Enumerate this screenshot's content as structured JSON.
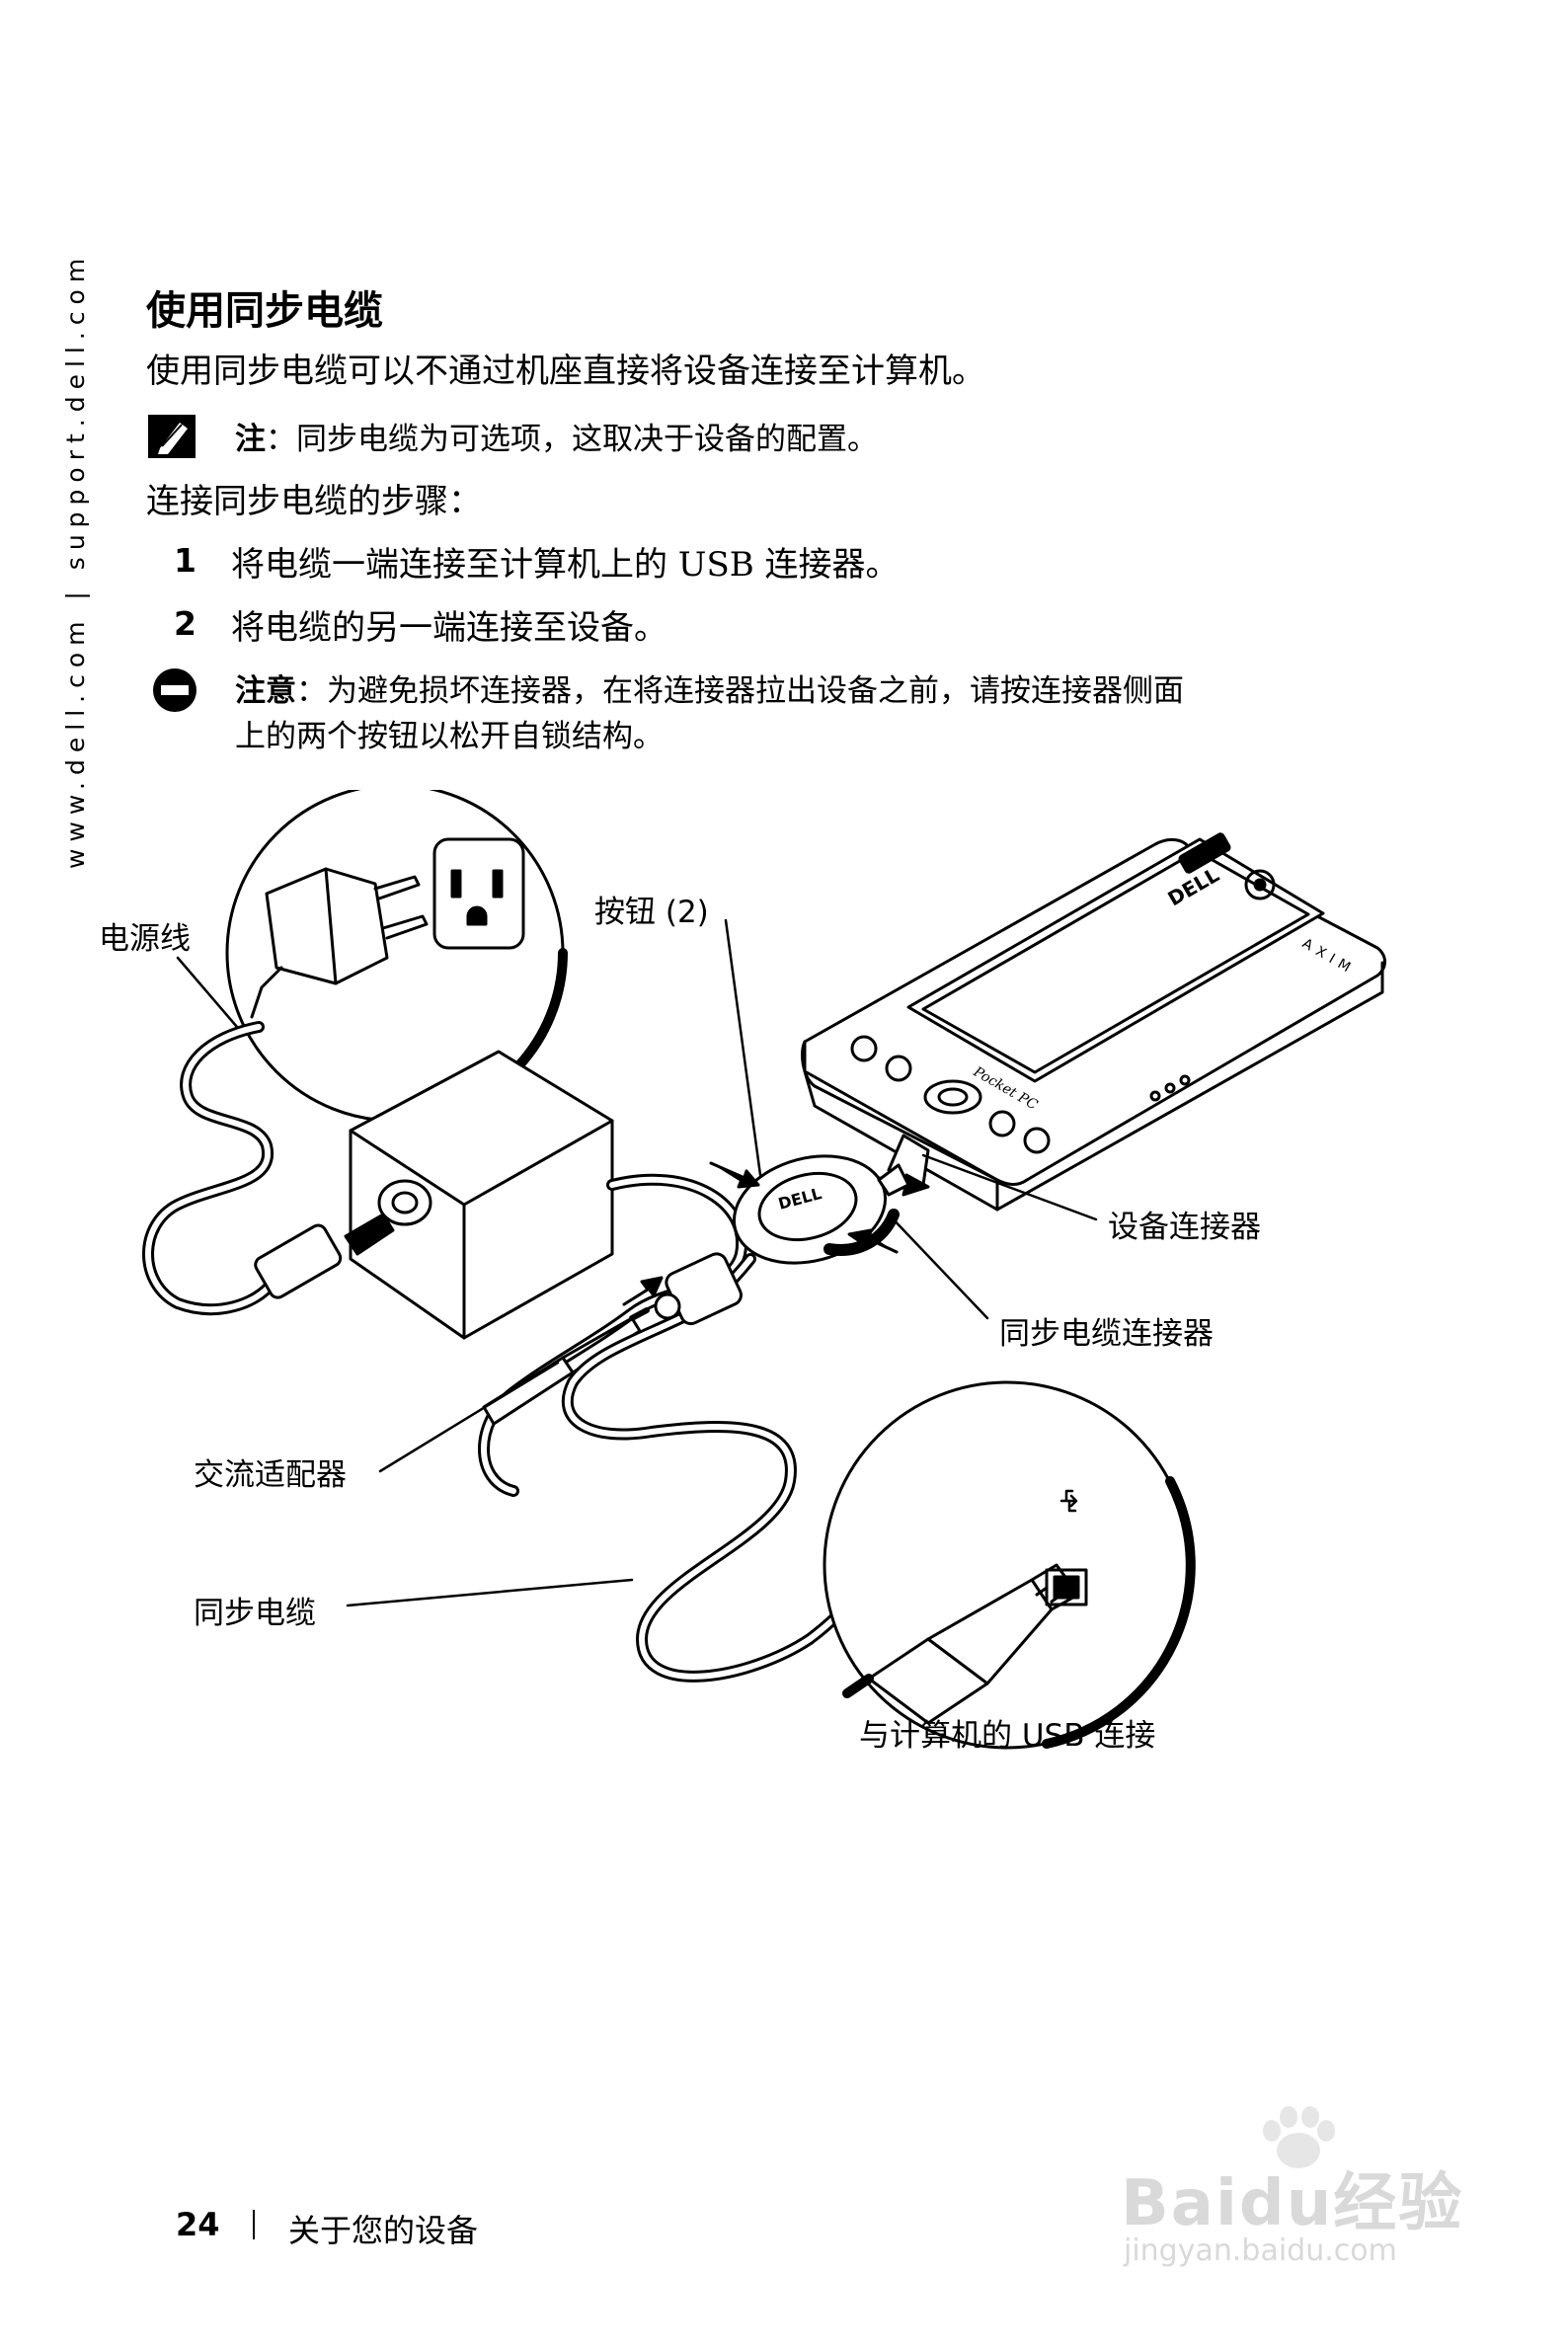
{
  "side_url": "www.dell.com | support.dell.com",
  "heading": "使用同步电缆",
  "intro": "使用同步电缆可以不通过机座直接将设备连接至计算机。",
  "note": {
    "label": "注",
    "sep": "：",
    "text": "同步电缆为可选项，这取决于设备的配置。"
  },
  "steps_intro": "连接同步电缆的步骤：",
  "steps": [
    {
      "num": "1",
      "text": "将电缆一端连接至计算机上的 USB 连接器。"
    },
    {
      "num": "2",
      "text": "将电缆的另一端连接至设备。"
    }
  ],
  "caution": {
    "label": "注意",
    "sep": "：",
    "line1": "为避免损坏连接器，在将连接器拉出设备之前，请按连接器侧面",
    "line2": "上的两个按钮以松开自锁结构。"
  },
  "callouts": {
    "power_cord": "电源线",
    "buttons": "按钮 (2)",
    "device_connector": "设备连接器",
    "sync_cable_connector": "同步电缆连接器",
    "ac_adapter": "交流适配器",
    "sync_cable": "同步电缆",
    "usb_to_computer": "与计算机的 USB 连接"
  },
  "device_text": {
    "brand": "DELL",
    "model": "AXIM",
    "os": "Pocket PC"
  },
  "footer": {
    "page_number": "24",
    "title": "关于您的设备"
  },
  "watermark": {
    "logo": "Baidu经验",
    "url": "jingyan.baidu.com"
  }
}
